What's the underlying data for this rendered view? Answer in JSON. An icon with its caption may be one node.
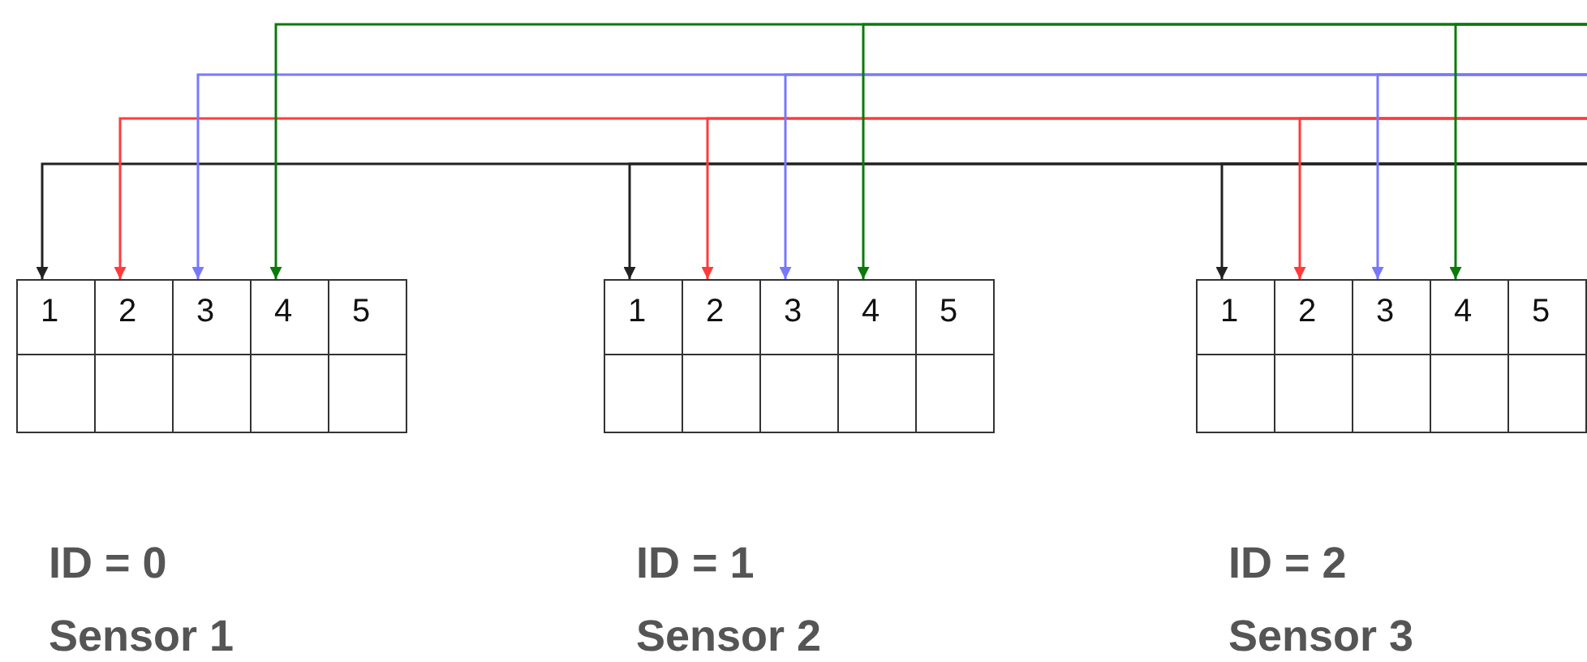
{
  "diagram": {
    "nodes": [
      {
        "text": [
          "ID = 0",
          "Sensor 1"
        ]
      },
      {
        "text": [
          "1"
        ],
        "in": 0
      },
      {
        "text": [
          "2"
        ],
        "in": 0
      },
      {
        "text": [
          "3"
        ],
        "in": 0
      },
      {
        "text": [
          "4"
        ],
        "in": 0
      },
      {
        "text": [
          "5"
        ],
        "in": 0
      },
      {
        "text": [],
        "shape": "box",
        "in": 0
      },
      {
        "text": [],
        "shape": "box",
        "in": 0
      },
      {
        "text": [],
        "shape": "box",
        "in": 0
      },
      {
        "text": [],
        "shape": "box",
        "in": 0
      },
      {
        "text": [],
        "shape": "box",
        "in": 0
      },
      {
        "text": [
          "ID = 1",
          "Sensor 2"
        ]
      },
      {
        "text": [
          "1"
        ],
        "in": 11
      },
      {
        "text": [
          "2"
        ],
        "in": 11
      },
      {
        "text": [
          "3"
        ],
        "in": 11
      },
      {
        "text": [
          "4"
        ],
        "in": 11
      },
      {
        "text": [
          "5"
        ],
        "in": 11
      },
      {
        "text": [],
        "shape": "box",
        "in": 11
      },
      {
        "text": [],
        "shape": "box",
        "in": 11
      },
      {
        "text": [],
        "shape": "box",
        "in": 11
      },
      {
        "text": [],
        "shape": "box",
        "in": 11
      },
      {
        "text": [],
        "shape": "box",
        "in": 11
      },
      {
        "text": [
          "ID = 2",
          "Sensor 3"
        ]
      },
      {
        "text": [
          "1"
        ],
        "in": 22
      },
      {
        "text": [
          "2"
        ],
        "in": 22
      },
      {
        "text": [
          "3"
        ],
        "in": 22
      },
      {
        "text": [
          "4"
        ],
        "in": 22
      },
      {
        "text": [
          "5"
        ],
        "in": 22
      },
      {
        "text": [],
        "shape": "box",
        "in": 22
      },
      {
        "text": [],
        "shape": "box",
        "in": 22
      },
      {
        "text": [],
        "shape": "box",
        "in": 22
      },
      {
        "text": [],
        "shape": "box",
        "in": 22
      },
      {
        "text": [],
        "shape": "box",
        "in": 22
      }
    ],
    "edges": [
      {
        "from": null,
        "to": 1,
        "arrow": "to",
        "color": "#222222"
      },
      {
        "from": null,
        "to": 2,
        "arrow": "to",
        "color": "#ff3b3b"
      },
      {
        "from": null,
        "to": 3,
        "arrow": "to",
        "color": "#7878ff"
      },
      {
        "from": null,
        "to": 4,
        "arrow": "to",
        "color": "#0a7a0a"
      },
      {
        "from": null,
        "to": 12,
        "arrow": "to",
        "color": "#222222"
      },
      {
        "from": null,
        "to": 13,
        "arrow": "to",
        "color": "#ff3b3b"
      },
      {
        "from": null,
        "to": 14,
        "arrow": "to",
        "color": "#7878ff"
      },
      {
        "from": null,
        "to": 15,
        "arrow": "to",
        "color": "#0a7a0a"
      },
      {
        "from": null,
        "to": 23,
        "arrow": "to",
        "color": "#222222"
      },
      {
        "from": null,
        "to": 24,
        "arrow": "to",
        "color": "#ff3b3b"
      },
      {
        "from": null,
        "to": 25,
        "arrow": "to",
        "color": "#7878ff"
      },
      {
        "from": null,
        "to": 26,
        "arrow": "to",
        "color": "#0a7a0a"
      }
    ]
  }
}
